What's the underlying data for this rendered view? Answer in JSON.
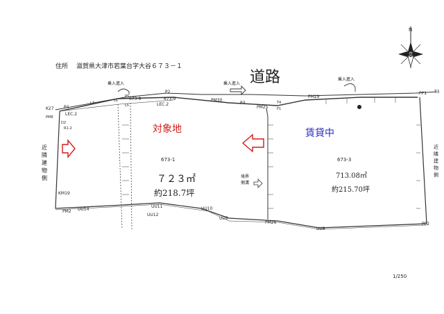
{
  "address": {
    "label": "住所",
    "value": "滋賀県大津市若葉台字大谷６７３－１"
  },
  "road_label": "道路",
  "entrance_labels": [
    "乗入進入",
    "乗入進入",
    "乗入進入"
  ],
  "subject_label": "対象地",
  "leased_label": "賃貸中",
  "neighbor_left": [
    "近",
    "隣",
    "建",
    "物",
    "側"
  ],
  "neighbor_right": [
    "近",
    "隣",
    "建",
    "物",
    "側"
  ],
  "boundary_note": [
    "境界",
    "側溝"
  ],
  "lot_left": {
    "number": "673-1",
    "area_m2": "７２３㎡",
    "area_tsubo": "約218.7坪"
  },
  "lot_right": {
    "number": "673-3",
    "area_m2": "713.08㎡",
    "area_tsubo": "約215.70坪"
  },
  "road_lots": [
    "673-9",
    "673-9"
  ],
  "points": {
    "k27": "K27",
    "p4": "P4",
    "l7": "L7",
    "l6": "L6",
    "p5": "P5",
    "l5": "L5",
    "p2": "P2",
    "lec2a": "LEC.2",
    "lec2b": "LEC.2",
    "pm30": "PM30",
    "p3": "P3",
    "pm25": "PM25",
    "t4": "T4",
    "p1": "P1",
    "pm29": "PM29",
    "pp1": "PP1",
    "t3": "T3",
    "pm8": "PM8",
    "r12": "R1-2",
    "km19": "KM19",
    "pm2": "PM2",
    "uu14": "UU14",
    "uu11": "UU11",
    "uu12": "UU12",
    "uu10": "UU10",
    "uu9": "UU9",
    "pm26": "PM26",
    "uu8": "UU8",
    "pp2": "PP2",
    "d2": "D2"
  },
  "scale": "1/250",
  "north": "N",
  "colors": {
    "subject": "#d21a1a",
    "leased": "#2a2ec0",
    "arrow": "#d21a1a",
    "line": "#333333"
  }
}
